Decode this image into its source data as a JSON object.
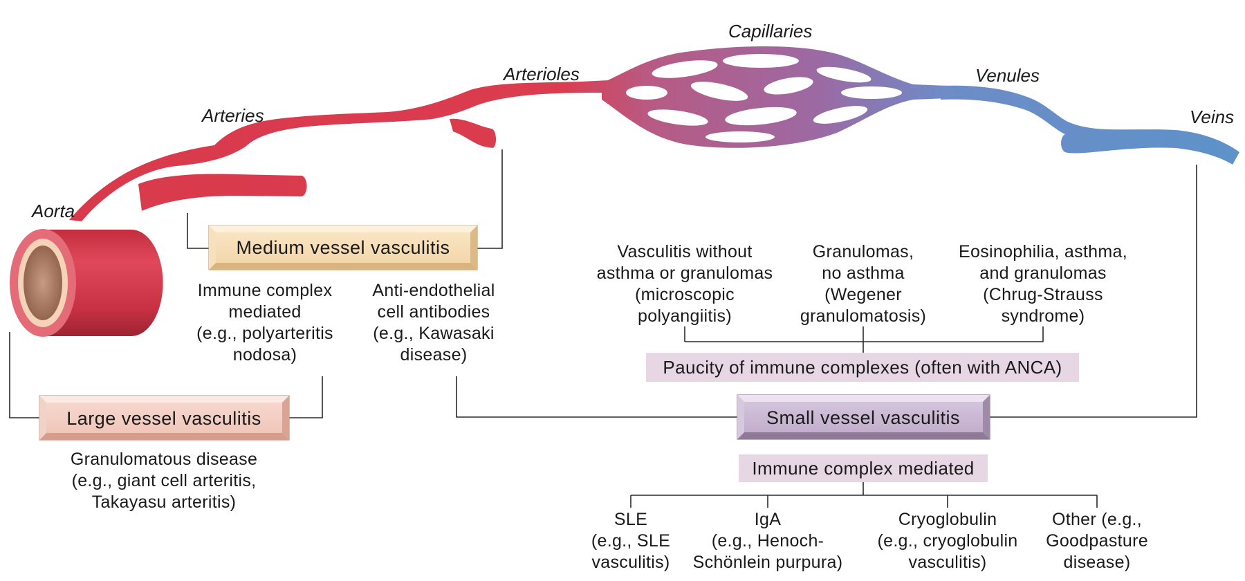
{
  "vessels": {
    "aorta": "Aorta",
    "arteries": "Arteries",
    "arterioles": "Arterioles",
    "capillaries": "Capillaries",
    "venules": "Venules",
    "veins": "Veins"
  },
  "large": {
    "title": "Large vessel vasculitis",
    "desc": [
      "Granulomatous disease",
      "(e.g., giant cell arteritis,",
      "Takayasu arteritis)"
    ]
  },
  "medium": {
    "title": "Medium vessel vasculitis",
    "immune": [
      "Immune complex",
      "mediated",
      "(e.g., polyarteritis",
      "nodosa)"
    ],
    "antiendothelial": [
      "Anti-endothelial",
      "cell antibodies",
      "(e.g., Kawasaki",
      "disease)"
    ]
  },
  "small": {
    "title": "Small vessel vasculitis",
    "paucity": "Paucity of immune complexes (often with ANCA)",
    "immune_mediated": "Immune complex mediated",
    "anca_groups": [
      [
        "Vasculitis without",
        "asthma or granulomas",
        "(microscopic",
        "polyangiitis)"
      ],
      [
        "Granulomas,",
        "no asthma",
        "(Wegener",
        "granulomatosis)"
      ],
      [
        "Eosinophilia, asthma,",
        "and granulomas",
        "(Chrug-Strauss",
        "syndrome)"
      ]
    ],
    "immune_groups": [
      [
        "SLE",
        "(e.g., SLE",
        "vasculitis)"
      ],
      [
        "IgA",
        "(e.g., Henoch-",
        "Schönlein purpura)"
      ],
      [
        "Cryoglobulin",
        "(e.g., cryoglobulin",
        "vasculitis)"
      ],
      [
        "Other (e.g.,",
        "Goodpasture",
        "disease)"
      ]
    ]
  },
  "colors": {
    "artery_red": "#d93a4d",
    "capillary_purple": "#a0679e",
    "vein_blue": "#5f8fc8",
    "large_box": "#f4cfc4",
    "medium_box": "#f7dfb8",
    "small_box": "#cbb9d3",
    "band": "#e7d6e3"
  }
}
